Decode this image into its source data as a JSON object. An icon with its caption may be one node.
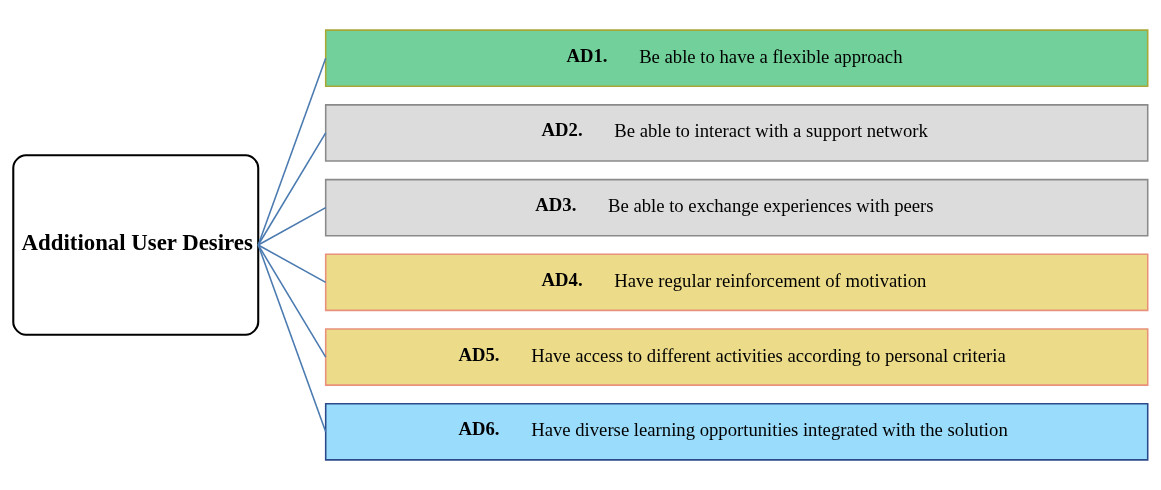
{
  "diagram": {
    "nodes": [
      {
        "text": [
          "Additional User Desires"
        ]
      },
      {
        "text": [
          "AD1.",
          "Be able to have a flexible approach"
        ]
      },
      {
        "text": [
          "AD2.",
          "Be able to interact with a support network"
        ]
      },
      {
        "text": [
          "AD3.",
          "Be able to exchange experiences with peers"
        ]
      },
      {
        "text": [
          "AD4.",
          "Have regular reinforcement of motivation"
        ]
      },
      {
        "text": [
          "AD5.",
          "Have access to different activities according to personal criteria"
        ]
      },
      {
        "text": [
          "AD6.",
          "Have diverse learning opportunities integrated with the solution"
        ]
      }
    ],
    "edges": [
      {
        "from": 0,
        "to": 1,
        "arrow": "none"
      },
      {
        "from": 0,
        "to": 2,
        "arrow": "none"
      },
      {
        "from": 0,
        "to": 3,
        "arrow": "none"
      },
      {
        "from": 0,
        "to": 4,
        "arrow": "none"
      },
      {
        "from": 0,
        "to": 5,
        "arrow": "none"
      },
      {
        "from": 0,
        "to": 6,
        "arrow": "none"
      }
    ]
  }
}
